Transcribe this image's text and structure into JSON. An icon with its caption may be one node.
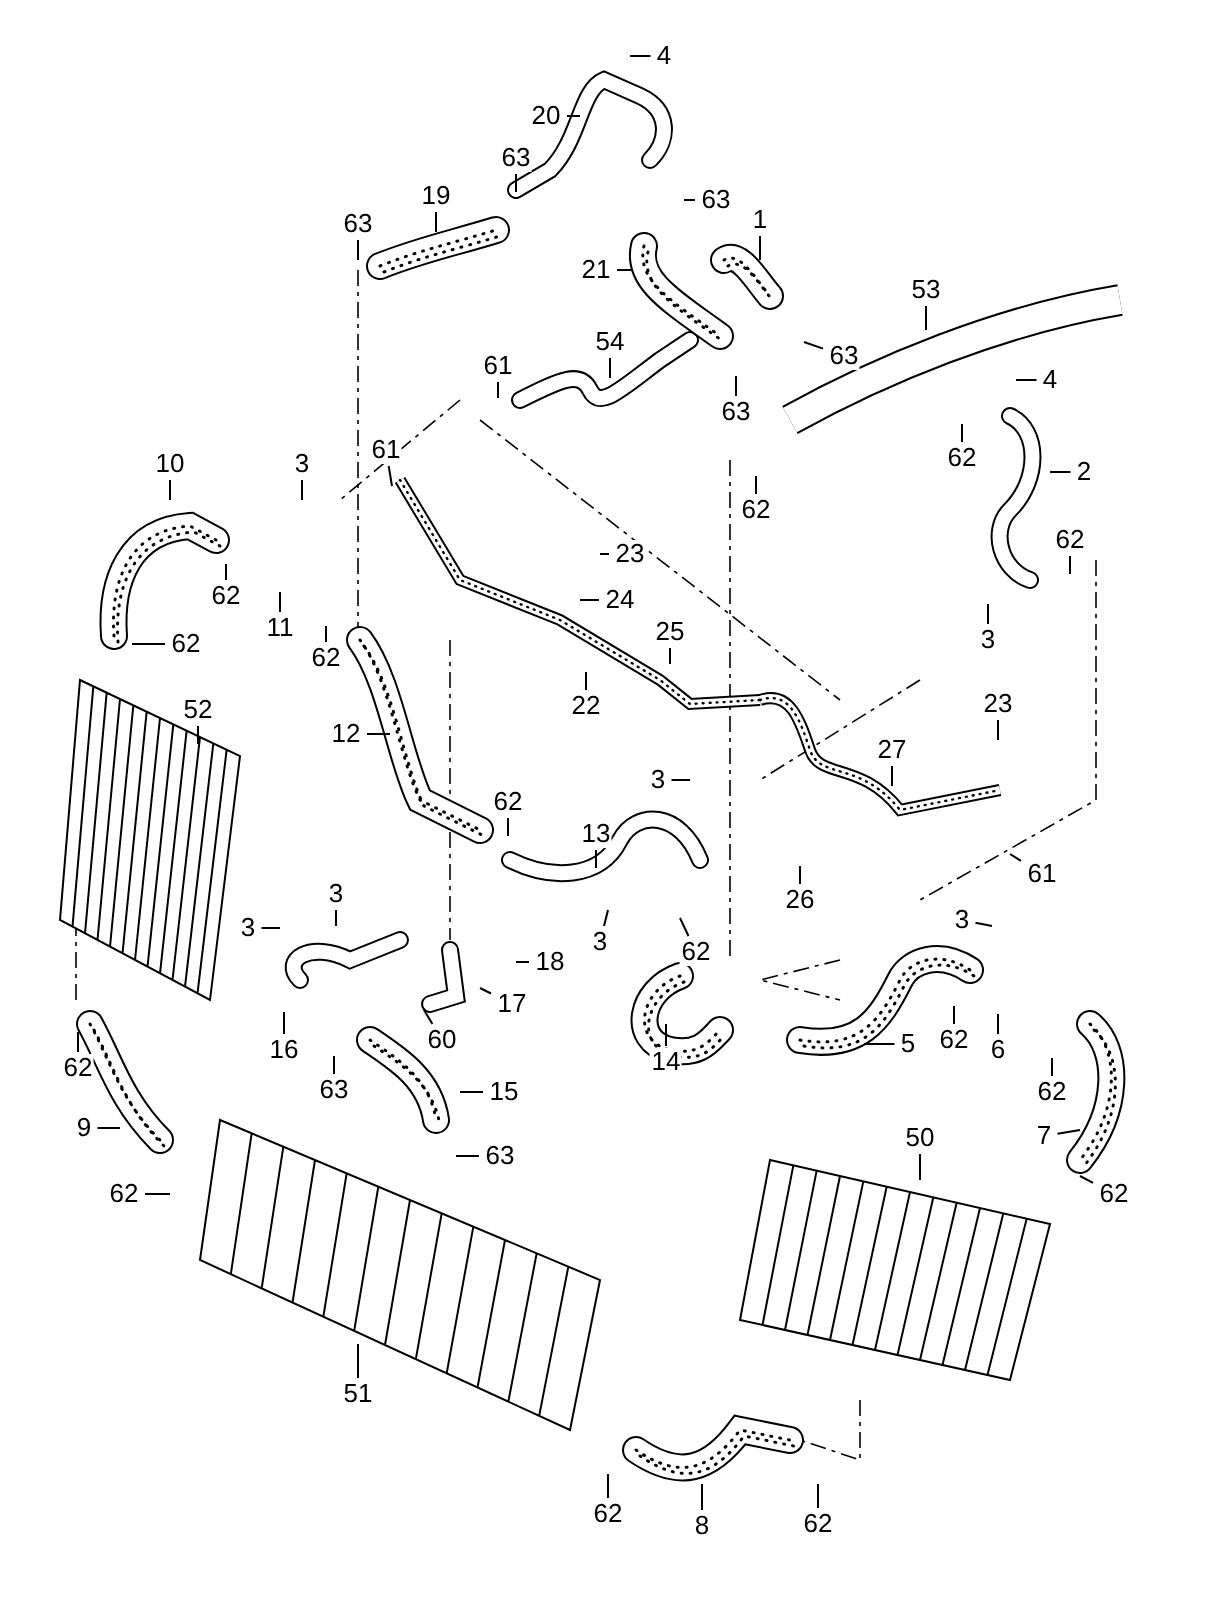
{
  "diagram": {
    "nodes": [
      {
        "text": [
          "4"
        ]
      },
      {
        "text": [
          "20"
        ]
      },
      {
        "text": [
          "63"
        ]
      },
      {
        "text": [
          "19"
        ]
      },
      {
        "text": [
          "63"
        ]
      },
      {
        "text": [
          "1"
        ]
      },
      {
        "text": [
          "63"
        ]
      },
      {
        "text": [
          "21"
        ]
      },
      {
        "text": [
          "53"
        ]
      },
      {
        "text": [
          "54"
        ]
      },
      {
        "text": [
          "63"
        ]
      },
      {
        "text": [
          "61"
        ]
      },
      {
        "text": [
          "4"
        ]
      },
      {
        "text": [
          "63"
        ]
      },
      {
        "text": [
          "61"
        ]
      },
      {
        "text": [
          "62"
        ]
      },
      {
        "text": [
          "3"
        ]
      },
      {
        "text": [
          "10"
        ]
      },
      {
        "text": [
          "2"
        ]
      },
      {
        "text": [
          "62"
        ]
      },
      {
        "text": [
          "62"
        ]
      },
      {
        "text": [
          "23"
        ]
      },
      {
        "text": [
          "62"
        ]
      },
      {
        "text": [
          "24"
        ]
      },
      {
        "text": [
          "11"
        ]
      },
      {
        "text": [
          "3"
        ]
      },
      {
        "text": [
          "25"
        ]
      },
      {
        "text": [
          "62"
        ]
      },
      {
        "text": [
          "62"
        ]
      },
      {
        "text": [
          "22"
        ]
      },
      {
        "text": [
          "23"
        ]
      },
      {
        "text": [
          "52"
        ]
      },
      {
        "text": [
          "12"
        ]
      },
      {
        "text": [
          "27"
        ]
      },
      {
        "text": [
          "3"
        ]
      },
      {
        "text": [
          "62"
        ]
      },
      {
        "text": [
          "13"
        ]
      },
      {
        "text": [
          "61"
        ]
      },
      {
        "text": [
          "26"
        ]
      },
      {
        "text": [
          "3"
        ]
      },
      {
        "text": [
          "3"
        ]
      },
      {
        "text": [
          "3"
        ]
      },
      {
        "text": [
          "3"
        ]
      },
      {
        "text": [
          "62"
        ]
      },
      {
        "text": [
          "18"
        ]
      },
      {
        "text": [
          "17"
        ]
      },
      {
        "text": [
          "60"
        ]
      },
      {
        "text": [
          "5"
        ]
      },
      {
        "text": [
          "62"
        ]
      },
      {
        "text": [
          "16"
        ]
      },
      {
        "text": [
          "6"
        ]
      },
      {
        "text": [
          "14"
        ]
      },
      {
        "text": [
          "62"
        ]
      },
      {
        "text": [
          "63"
        ]
      },
      {
        "text": [
          "15"
        ]
      },
      {
        "text": [
          "62"
        ]
      },
      {
        "text": [
          "9"
        ]
      },
      {
        "text": [
          "7"
        ]
      },
      {
        "text": [
          "50"
        ]
      },
      {
        "text": [
          "63"
        ]
      },
      {
        "text": [
          "62"
        ]
      },
      {
        "text": [
          "62"
        ]
      },
      {
        "text": [
          "51"
        ]
      },
      {
        "text": [
          "62"
        ]
      },
      {
        "text": [
          "8"
        ]
      },
      {
        "text": [
          "62"
        ]
      }
    ],
    "edges": [
      {
        "from": 0,
        "to": null,
        "arrow": "none"
      },
      {
        "from": 1,
        "to": null,
        "arrow": "none"
      },
      {
        "from": 2,
        "to": null,
        "arrow": "none"
      },
      {
        "from": 3,
        "to": null,
        "arrow": "none"
      },
      {
        "from": 4,
        "to": null,
        "arrow": "none"
      },
      {
        "from": 5,
        "to": null,
        "arrow": "none"
      },
      {
        "from": 6,
        "to": null,
        "arrow": "none"
      },
      {
        "from": 7,
        "to": null,
        "arrow": "none"
      },
      {
        "from": 8,
        "to": null,
        "arrow": "none"
      },
      {
        "from": 9,
        "to": null,
        "arrow": "none"
      },
      {
        "from": 10,
        "to": null,
        "arrow": "none"
      },
      {
        "from": 11,
        "to": null,
        "arrow": "none"
      },
      {
        "from": 12,
        "to": null,
        "arrow": "none"
      },
      {
        "from": 13,
        "to": null,
        "arrow": "none"
      },
      {
        "from": 14,
        "to": null,
        "arrow": "none"
      },
      {
        "from": 15,
        "to": null,
        "arrow": "none"
      },
      {
        "from": 16,
        "to": null,
        "arrow": "none"
      },
      {
        "from": 17,
        "to": null,
        "arrow": "none"
      },
      {
        "from": 18,
        "to": null,
        "arrow": "none"
      },
      {
        "from": 19,
        "to": null,
        "arrow": "none"
      },
      {
        "from": 20,
        "to": null,
        "arrow": "none"
      },
      {
        "from": 21,
        "to": null,
        "arrow": "none"
      },
      {
        "from": 22,
        "to": null,
        "arrow": "none"
      },
      {
        "from": 23,
        "to": null,
        "arrow": "none"
      },
      {
        "from": 24,
        "to": null,
        "arrow": "none"
      },
      {
        "from": 25,
        "to": null,
        "arrow": "none"
      },
      {
        "from": 26,
        "to": null,
        "arrow": "none"
      },
      {
        "from": 27,
        "to": null,
        "arrow": "none"
      },
      {
        "from": 28,
        "to": null,
        "arrow": "none"
      },
      {
        "from": 29,
        "to": null,
        "arrow": "none"
      },
      {
        "from": 30,
        "to": null,
        "arrow": "none"
      },
      {
        "from": 31,
        "to": null,
        "arrow": "none"
      },
      {
        "from": 32,
        "to": null,
        "arrow": "none"
      },
      {
        "from": 33,
        "to": null,
        "arrow": "none"
      },
      {
        "from": 34,
        "to": null,
        "arrow": "none"
      },
      {
        "from": 35,
        "to": null,
        "arrow": "none"
      },
      {
        "from": 36,
        "to": null,
        "arrow": "none"
      },
      {
        "from": 37,
        "to": null,
        "arrow": "none"
      },
      {
        "from": 38,
        "to": null,
        "arrow": "none"
      },
      {
        "from": 39,
        "to": null,
        "arrow": "none"
      },
      {
        "from": 40,
        "to": null,
        "arrow": "none"
      },
      {
        "from": 41,
        "to": null,
        "arrow": "none"
      },
      {
        "from": 42,
        "to": null,
        "arrow": "none"
      },
      {
        "from": 43,
        "to": null,
        "arrow": "none"
      },
      {
        "from": 44,
        "to": null,
        "arrow": "none"
      },
      {
        "from": 45,
        "to": null,
        "arrow": "none"
      },
      {
        "from": 46,
        "to": null,
        "arrow": "none"
      },
      {
        "from": 47,
        "to": null,
        "arrow": "none"
      },
      {
        "from": 48,
        "to": null,
        "arrow": "none"
      },
      {
        "from": 49,
        "to": null,
        "arrow": "none"
      },
      {
        "from": 50,
        "to": null,
        "arrow": "none"
      },
      {
        "from": 51,
        "to": null,
        "arrow": "none"
      },
      {
        "from": 52,
        "to": null,
        "arrow": "none"
      },
      {
        "from": 53,
        "to": null,
        "arrow": "none"
      },
      {
        "from": 54,
        "to": null,
        "arrow": "none"
      },
      {
        "from": 55,
        "to": null,
        "arrow": "none"
      },
      {
        "from": 56,
        "to": null,
        "arrow": "none"
      },
      {
        "from": 57,
        "to": null,
        "arrow": "none"
      },
      {
        "from": 58,
        "to": null,
        "arrow": "none"
      },
      {
        "from": 59,
        "to": null,
        "arrow": "none"
      },
      {
        "from": 60,
        "to": null,
        "arrow": "none"
      },
      {
        "from": 61,
        "to": null,
        "arrow": "none"
      },
      {
        "from": 62,
        "to": null,
        "arrow": "none"
      },
      {
        "from": 63,
        "to": null,
        "arrow": "none"
      },
      {
        "from": 64,
        "to": null,
        "arrow": "none"
      },
      {
        "from": 65,
        "to": null,
        "arrow": "none"
      }
    ]
  }
}
